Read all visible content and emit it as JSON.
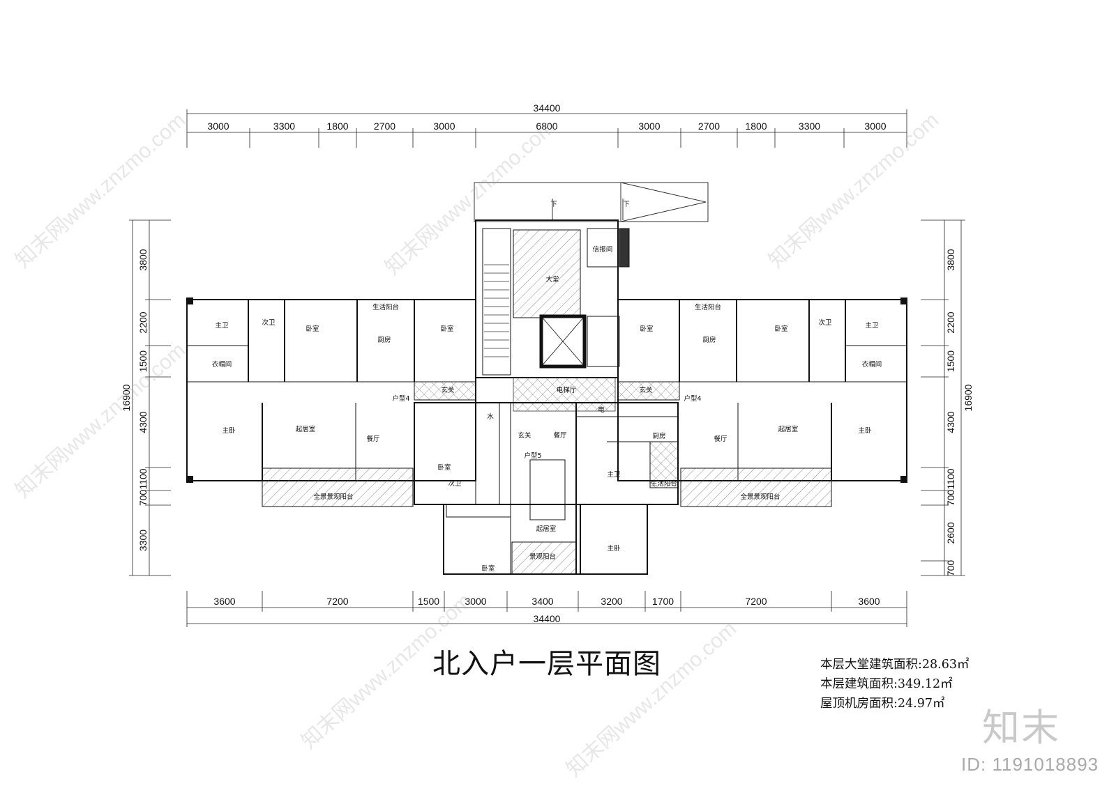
{
  "drawing": {
    "title": "北入户一层平面图",
    "areas": [
      {
        "label": "本层大堂建筑面积:",
        "value": "28.63㎡"
      },
      {
        "label": "本层建筑面积:",
        "value": "349.12㎡"
      },
      {
        "label": "屋顶机房面积:",
        "value": "24.97㎡"
      }
    ]
  },
  "dimensions": {
    "top_total": "34400",
    "top_segments": [
      "3000",
      "3300",
      "1800",
      "2700",
      "3000",
      "6800",
      "3000",
      "2700",
      "1800",
      "3300",
      "3000"
    ],
    "bottom_total": "34400",
    "bottom_segments": [
      "3600",
      "7200",
      "1500",
      "3000",
      "3400",
      "3200",
      "1700",
      "7200",
      "3600"
    ],
    "left_total": "16900",
    "left_segments": [
      "3800",
      "2200",
      "1500",
      "4300",
      "1100",
      "700",
      "3300"
    ],
    "right_total": "16900",
    "right_segments": [
      "3800",
      "2200",
      "1500",
      "4300",
      "1100",
      "700",
      "2600",
      "700"
    ]
  },
  "rooms": {
    "stair_down_1": "下",
    "stair_down_2": "下",
    "mail_room": "信报间",
    "lobby": "大堂",
    "elevator_hall": "电梯厅",
    "water": "水",
    "electric": "电",
    "unit_left": "户型4",
    "unit_right": "户型4",
    "unit_center": "户型5",
    "left": {
      "master_bath": "主卫",
      "second_bath": "次卫",
      "bedroom_1": "卧室",
      "bedroom_2": "卧室",
      "kitchen": "厨房",
      "utility_balcony": "生活阳台",
      "closet": "衣帽间",
      "foyer": "玄关",
      "master_bed": "主卧",
      "living": "起居室",
      "dining": "餐厅",
      "balcony": "全景景观阳台"
    },
    "right": {
      "master_bath": "主卫",
      "second_bath": "次卫",
      "bedroom_1": "卧室",
      "bedroom_2": "卧室",
      "kitchen": "厨房",
      "utility_balcony": "生活阳台",
      "closet": "衣帽间",
      "foyer": "玄关",
      "master_bed": "主卧",
      "living": "起居室",
      "dining": "餐厅",
      "balcony": "全景景观阳台"
    },
    "center": {
      "foyer": "玄关",
      "dining": "餐厅",
      "bedroom": "卧室",
      "second_bath": "次卫",
      "kitchen": "厨房",
      "master_bath": "主卫",
      "utility_balcony": "生活阳台",
      "living": "起居室",
      "view_balcony": "景观阳台",
      "bedroom_s": "卧室",
      "master_bed": "主卧"
    }
  },
  "branding": {
    "logo": "知末",
    "image_id": "ID: 1191018893",
    "watermark": "知末网www.znzmo.com"
  }
}
